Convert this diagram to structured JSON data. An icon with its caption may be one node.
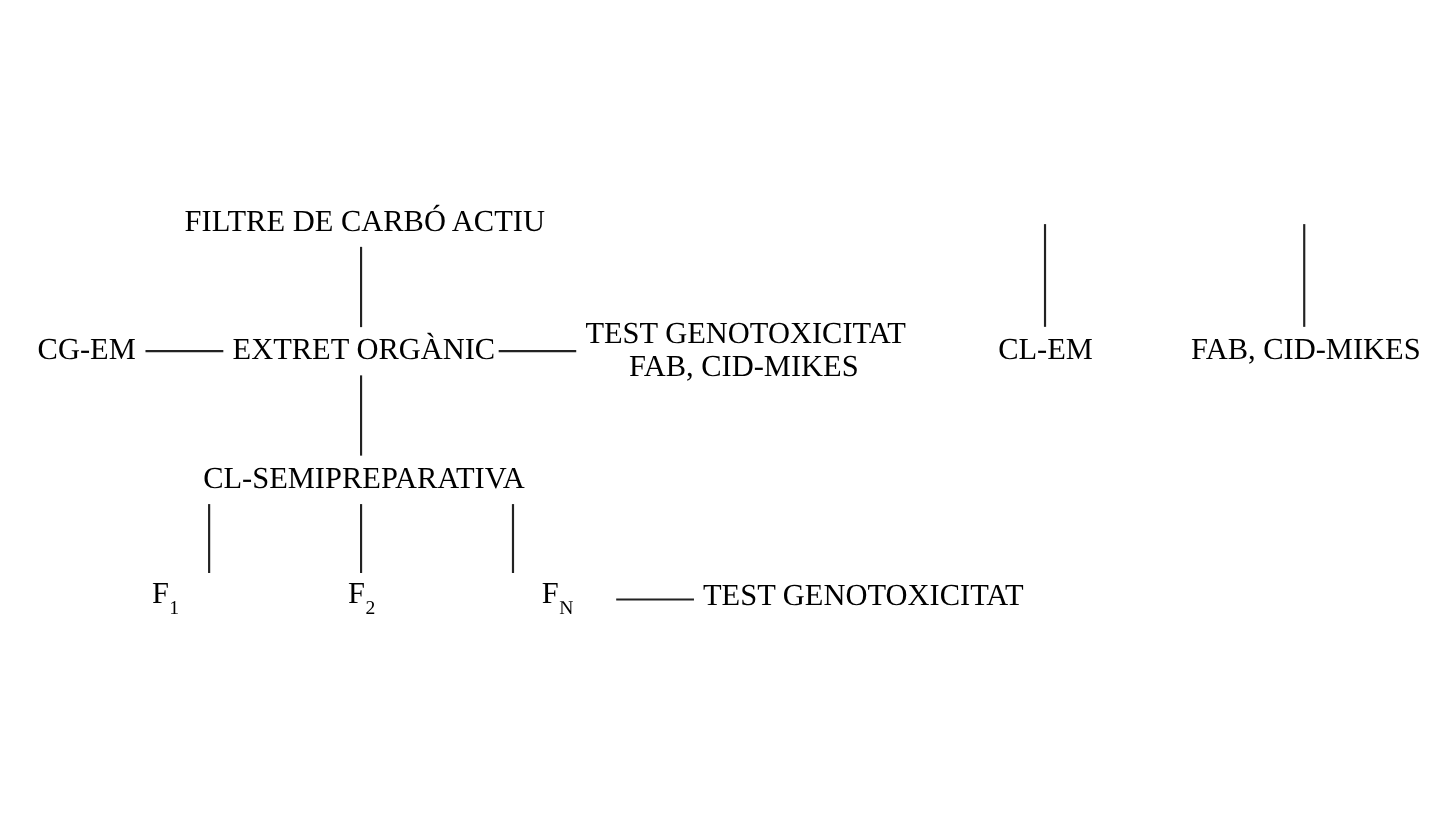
{
  "diagram": {
    "nodes": [
      {
        "text": [
          "FILTRE DE CARBÓ ACTIU"
        ]
      },
      {
        "text": [
          "CG-EM"
        ]
      },
      {
        "text": [
          "EXTRET ORGÀNIC"
        ]
      },
      {
        "text": [
          "TEST GENOTOXICITAT",
          "FAB, CID-MIKES"
        ]
      },
      {
        "text": [
          "CL-SEMIPREPARATIVA"
        ]
      },
      {
        "text": [
          "F$_{1}$"
        ]
      },
      {
        "text": [
          "F$_{2}$"
        ]
      },
      {
        "text": [
          "F$_{N}$"
        ]
      },
      {
        "text": [
          "TEST GENOTOXICITAT"
        ]
      },
      {
        "text": [
          "CL-EM"
        ]
      },
      {
        "text": [
          "FAB, CID-MIKES"
        ]
      }
    ],
    "edges": [
      {
        "from": 0,
        "to": 2,
        "arrow": "none"
      },
      {
        "from": 1,
        "to": 2,
        "arrow": "none"
      },
      {
        "from": 2,
        "to": 3,
        "arrow": "none"
      },
      {
        "from": 2,
        "to": 4,
        "arrow": "none"
      },
      {
        "from": 4,
        "to": 5,
        "arrow": "none"
      },
      {
        "from": 4,
        "to": 6,
        "arrow": "none"
      },
      {
        "from": 4,
        "to": 7,
        "arrow": "none"
      },
      {
        "from": 7,
        "to": 8,
        "arrow": "none"
      },
      {
        "from": null,
        "to": 9,
        "arrow": "none"
      },
      {
        "from": null,
        "to": 10,
        "arrow": "none"
      }
    ]
  }
}
